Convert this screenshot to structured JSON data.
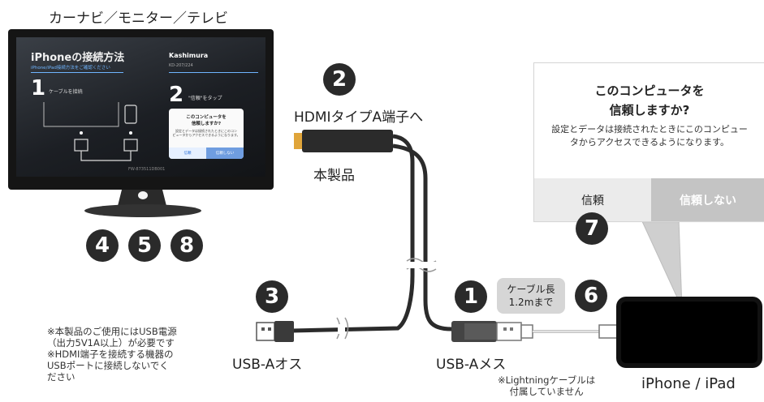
{
  "labels": {
    "monitor": "カーナビ／モニター／テレビ",
    "hdmi": "HDMIタイプA端子へ",
    "product": "本製品",
    "usb_a_male": "USB-Aオス",
    "usb_a_female": "USB-Aメス",
    "iphone": "iPhone / iPad"
  },
  "badges": {
    "b2": "2",
    "b3": "3",
    "b1": "1",
    "b6": "6",
    "b7": "7",
    "b4": "4",
    "b5": "5",
    "b8": "8"
  },
  "screen": {
    "title": "iPhoneの接続方法",
    "subtitle": "iPhone/iPad接続方法をご確認ください",
    "brand": "Kashimura",
    "model": "KD-207/224",
    "step1_num": "1",
    "step1_text": "ケーブルを接続",
    "step2_num": "2",
    "step2_text": "\"信頼\"をタップ",
    "mini_title": "このコンピュータを\n信頼しますか?",
    "mini_body": "設定とデータは接続されたときにこのコン\nピュータからアクセスできるようになります。",
    "mini_trust": "信頼",
    "mini_distrust": "信頼しない",
    "serial": "FW-873511DB001"
  },
  "dialog": {
    "title_line1": "このコンピュータを",
    "title_line2": "信頼しますか?",
    "body": "設定とデータは接続されたときにこのコンピュータからアクセスできるようになります。",
    "trust": "信頼",
    "distrust": "信頼しない"
  },
  "cable_callout": {
    "line1": "ケーブル長",
    "line2": "1.2mまで"
  },
  "notes": {
    "power": "※本製品のご使用にはUSB電源\n（出力5V1A以上）が必要です\n※HDMI端子を接続する機器の\nUSBポートに接続しないでく\nださい",
    "lightning": "※Lightningケーブルは\n付属していません"
  },
  "colors": {
    "badge": "#2a2a2a",
    "cable": "#2b2b2b",
    "screen_accent": "#6fb5ff"
  }
}
